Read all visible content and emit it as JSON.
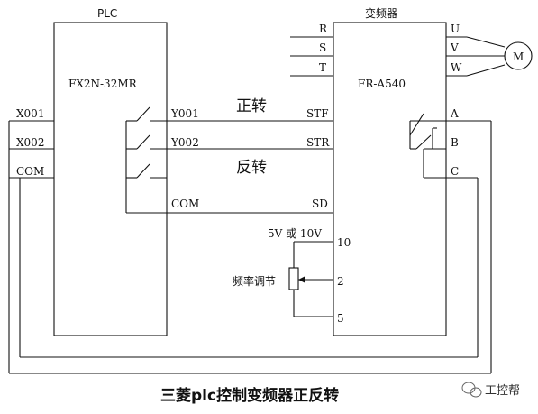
{
  "plc": {
    "header": "PLC",
    "model": "FX2N-32MR",
    "inputs": [
      "X001",
      "X002",
      "COM"
    ],
    "outputs": [
      "Y001",
      "Y002",
      "COM"
    ]
  },
  "inverter": {
    "header": "变频器",
    "model": "FR-A540",
    "inputs": [
      "R",
      "S",
      "T"
    ],
    "outputs": [
      "U",
      "V",
      "W"
    ],
    "control": [
      "STF",
      "STR",
      "SD"
    ],
    "relay": [
      "A",
      "B",
      "C"
    ],
    "analog": [
      "10",
      "2",
      "5"
    ]
  },
  "motor": {
    "label": "M"
  },
  "labels": {
    "forward": "正转",
    "reverse": "反转",
    "voltage": "5V 或 10V",
    "freq_adjust": "频率调节"
  },
  "caption": "三菱plc控制变频器正反转",
  "watermark": {
    "text": "工控帮",
    "icon": "wechat-icon"
  }
}
